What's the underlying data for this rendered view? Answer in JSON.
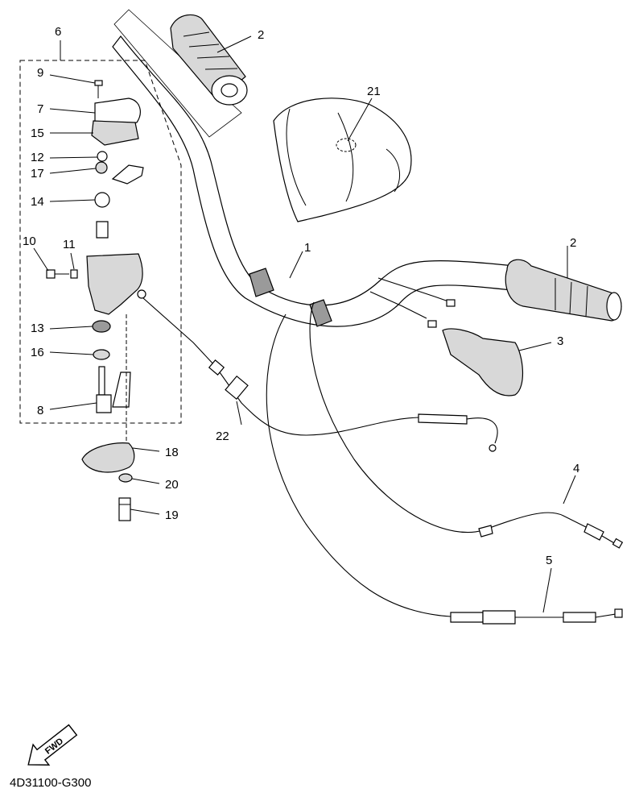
{
  "diagram": {
    "diagram_code": "4D31100-G300",
    "fwd_label": "FWD",
    "callouts": {
      "p1": "1",
      "p2a": "2",
      "p2b": "2",
      "p3": "3",
      "p4": "4",
      "p5": "5",
      "p6": "6",
      "p7": "7",
      "p8": "8",
      "p9": "9",
      "p10": "10",
      "p11": "11",
      "p12": "12",
      "p13": "13",
      "p14": "14",
      "p15": "15",
      "p16": "16",
      "p17": "17",
      "p18": "18",
      "p19": "19",
      "p20": "20",
      "p21": "21",
      "p22": "22"
    }
  }
}
